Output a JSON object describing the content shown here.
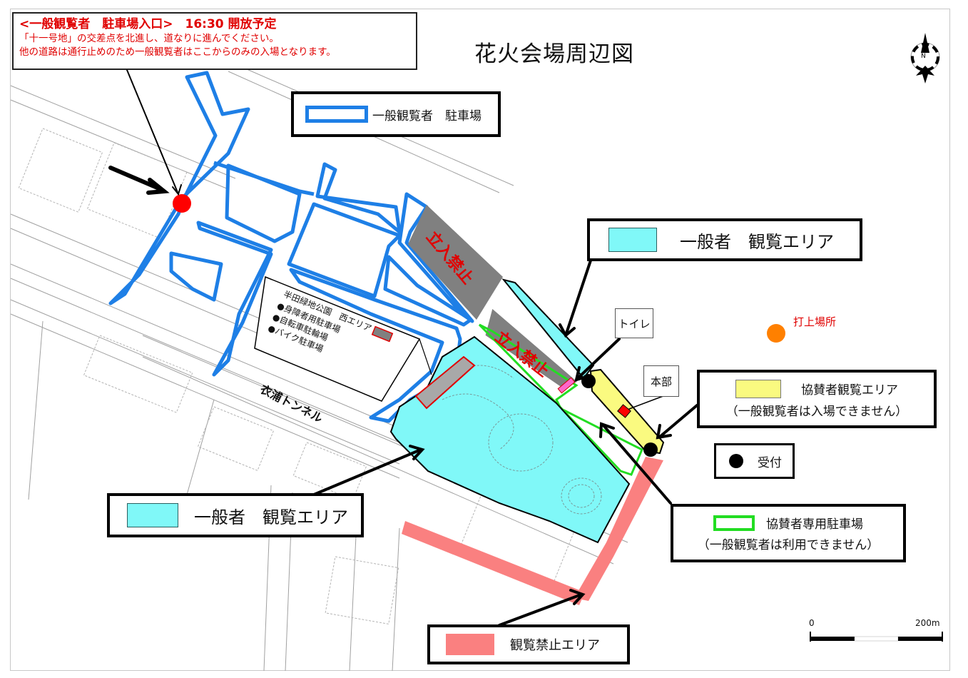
{
  "title": "花火会場周辺図",
  "notice": {
    "heading": "<一般観覧者　駐車場入口>　16:30 開放予定",
    "line1": "「十一号地」の交差点を北進し、道なりに進んでください。",
    "line2": "他の道路は通行止めのため一般観覧者はここからのみの入場となります。"
  },
  "compass": {
    "label": "N"
  },
  "map_labels": {
    "no_entry_1": "立入禁止",
    "no_entry_2": "立入禁止",
    "tunnel": "衣浦トンネル",
    "launch_site": "打上場所",
    "toilet": "トイレ",
    "headquarters": "本部",
    "west_area": {
      "title": "半田緑地公園　西エリア",
      "items": [
        "●身障者用駐車場",
        "●自転車駐輪場",
        "●バイク駐車場"
      ]
    }
  },
  "legend": {
    "general_parking": {
      "label": "一般観覧者　駐車場",
      "color": "#1e7fe6"
    },
    "general_viewing_top": {
      "label": "一般者　観覧エリア",
      "color": "#80f8f8"
    },
    "general_viewing_bottom": {
      "label": "一般者　観覧エリア",
      "color": "#80f8f8"
    },
    "sponsor_viewing": {
      "label": "協賛者観覧エリア",
      "note": "（一般観覧者は入場できません）",
      "color": "#fafa80"
    },
    "reception": {
      "label": "受付",
      "color": "#000000"
    },
    "sponsor_parking": {
      "label": "協賛者専用駐車場",
      "note": "（一般観覧者は利用できません）",
      "color": "#22dd22"
    },
    "no_viewing": {
      "label": "観覧禁止エリア",
      "color": "#fa8080"
    }
  },
  "scale_bar": {
    "start": "0",
    "end": "200m"
  },
  "colors": {
    "entrance_dot": "#ff0000",
    "launch_dot": "#ff8000",
    "no_entry_fill": "#808080",
    "hq_fill": "#ff0000",
    "toilet_fill": "#ff66cc"
  }
}
